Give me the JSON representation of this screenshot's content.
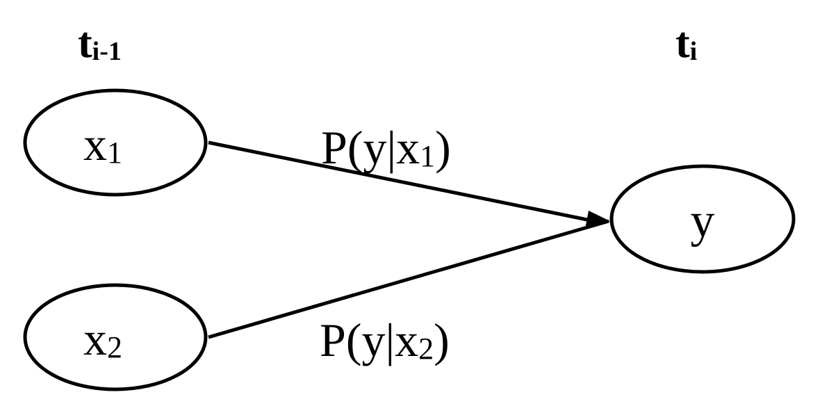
{
  "time_labels": {
    "previous": {
      "base": "t",
      "sub": "i-1"
    },
    "current": {
      "base": "t",
      "sub": "i"
    }
  },
  "nodes": {
    "x1": {
      "base": "x",
      "sub": "1"
    },
    "x2": {
      "base": "x",
      "sub": "2"
    },
    "y": {
      "base": "y"
    }
  },
  "edges": {
    "x1_to_y": {
      "prefix": "P(y|x",
      "sub": "1",
      "suffix": ")"
    },
    "x2_to_y": {
      "prefix": "P(y|x",
      "sub": "2",
      "suffix": ")"
    }
  },
  "colors": {
    "stroke": "#000000",
    "background": "#ffffff"
  }
}
